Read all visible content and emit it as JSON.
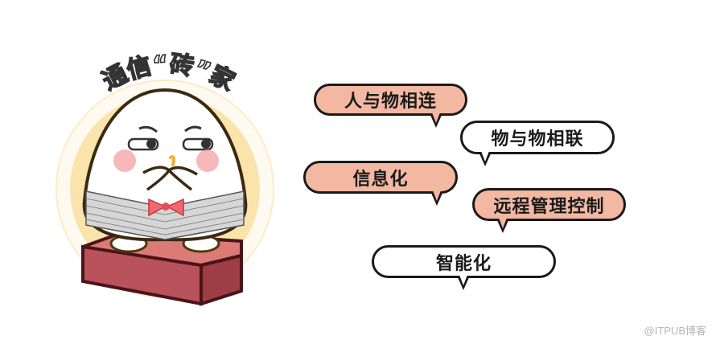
{
  "illustration": {
    "title_arc": "通信“砖”家",
    "character": "egg-mascot-on-brick",
    "colors": {
      "halo": "#f8dc94",
      "brick": "#b9525a",
      "brick_top": "#dc7a78",
      "blush": "#f3a0a0",
      "bowtie": "#ee6a70",
      "outline": "#3b2a10"
    }
  },
  "bubbles": [
    {
      "label": "人与物相连",
      "style": "pink"
    },
    {
      "label": "物与物相联",
      "style": "white"
    },
    {
      "label": "信息化",
      "style": "pink"
    },
    {
      "label": "远程管理控制",
      "style": "pink"
    },
    {
      "label": "智能化",
      "style": "white"
    }
  ],
  "colors": {
    "bubble_pink": "#f3b8a2",
    "bubble_outline": "#1a1a1a"
  },
  "watermark": "@ITPUB博客"
}
